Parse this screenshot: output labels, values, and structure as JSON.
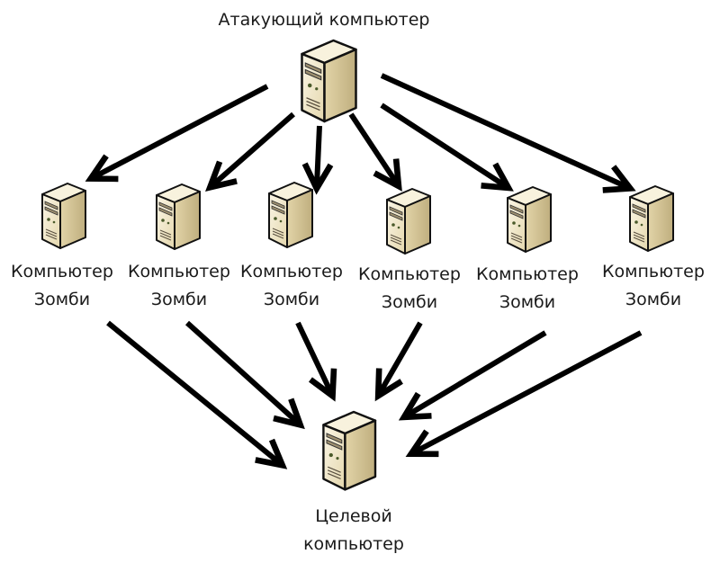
{
  "attacker": {
    "label": "Атакующий компьютер",
    "icon": "server-icon"
  },
  "zombies": [
    {
      "line1": "Компьютер",
      "line2": "Зомби",
      "icon": "server-icon"
    },
    {
      "line1": "Компьютер",
      "line2": "Зомби",
      "icon": "server-icon"
    },
    {
      "line1": "Компьютер",
      "line2": "Зомби",
      "icon": "server-icon"
    },
    {
      "line1": "Компьютер",
      "line2": "Зомби",
      "icon": "server-icon"
    },
    {
      "line1": "Компьютер",
      "line2": "Зомби",
      "icon": "server-icon"
    },
    {
      "line1": "Компьютер",
      "line2": "Зомби",
      "icon": "server-icon"
    }
  ],
  "target": {
    "line1": "Целевой",
    "line2": "компьютер",
    "icon": "server-icon"
  },
  "colors": {
    "arrow": "#000000",
    "server_body": "#efe6c9",
    "server_side": "#d4c49a",
    "outline": "#111111"
  }
}
